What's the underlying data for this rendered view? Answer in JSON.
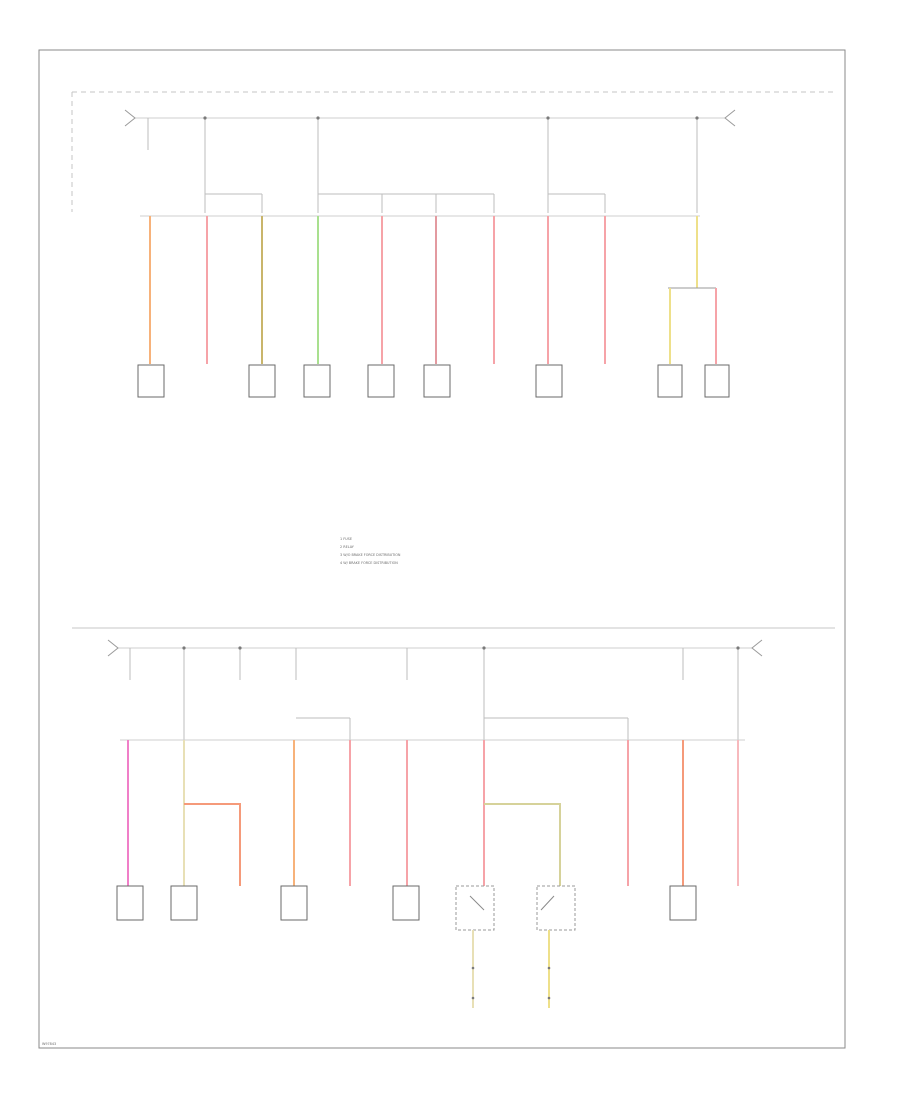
{
  "colors": {
    "orange": "#f7b27a",
    "pink": "#f6a3a8",
    "olive": "#c9b56b",
    "green": "#a9e08f",
    "magenta": "#f07fc8",
    "yellow": "#eee08a",
    "cream": "#e8e0b6",
    "red_orange": "#f59a7a",
    "lt_pink": "#f7b9bd"
  },
  "legend": {
    "lines": [
      "1  FUSE",
      "2  RELAY",
      "3  W/O BRAKE FORCE DISTRIBUTION",
      "4  W/ BRAKE FORCE DISTRIBUTION"
    ]
  },
  "footer": {
    "code": "W97843"
  }
}
